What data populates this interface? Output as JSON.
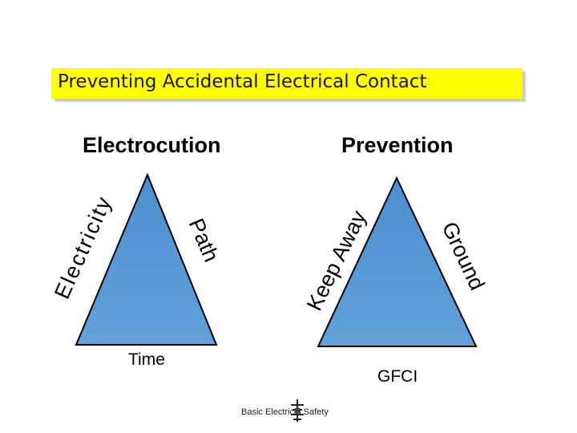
{
  "slide": {
    "title": "Preventing Accidental Electrical Contact",
    "footer": "Basic Electrical Safety"
  },
  "left_triangle": {
    "heading": "Electrocution",
    "left_side": "Electricity",
    "right_side": "Path",
    "base": "Time"
  },
  "right_triangle": {
    "heading": "Prevention",
    "left_side": "Keep Away",
    "right_side": "Ground",
    "base": "GFCI"
  },
  "colors": {
    "title_bar": "#ffff00",
    "triangle_fill": "#5b9bd5"
  },
  "icons": [
    "logo-icon"
  ]
}
